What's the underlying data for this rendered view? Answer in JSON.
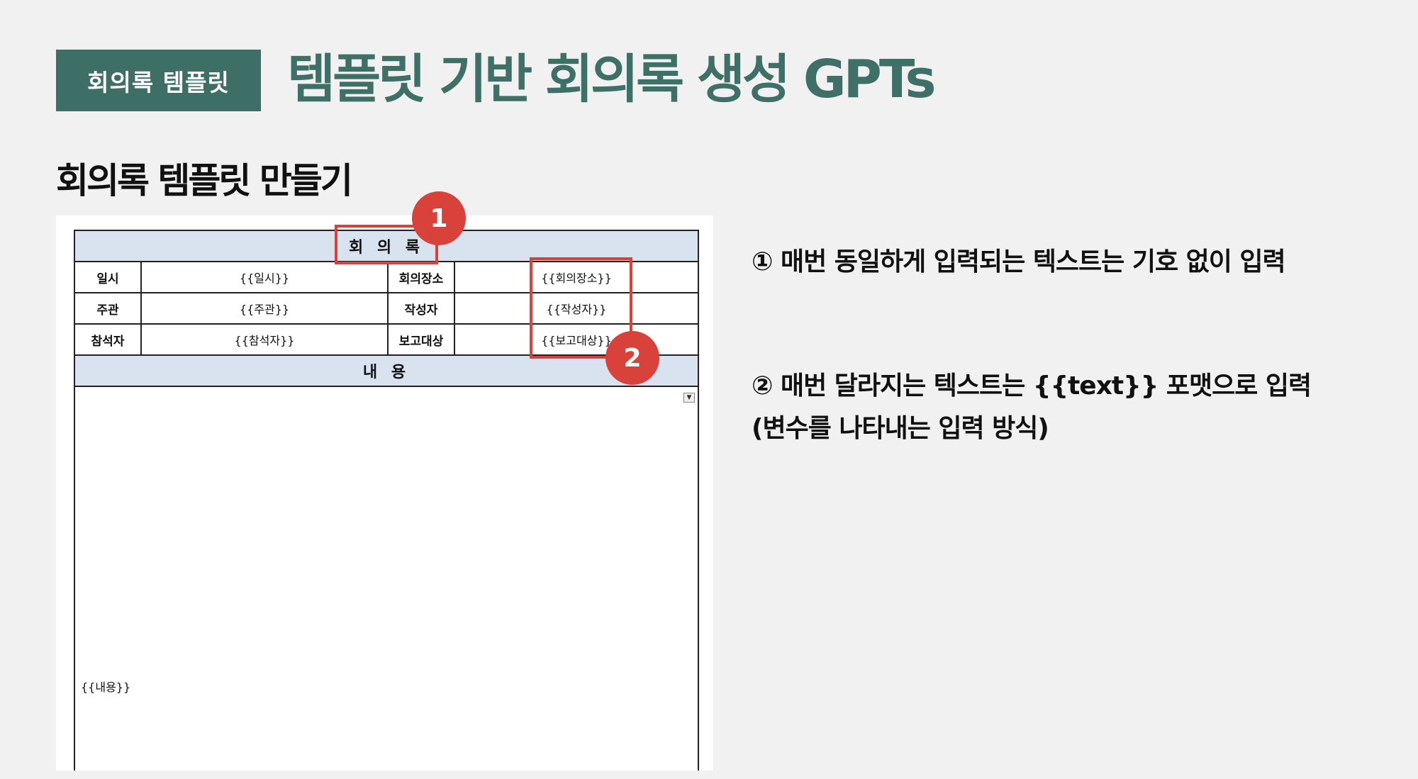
{
  "header": {
    "tag": "회의록 템플릿",
    "title": "템플릿 기반 회의록 생성 GPTs"
  },
  "section_title": "회의록 템플릿 만들기",
  "template": {
    "heading": "회 의 록",
    "rows": [
      {
        "label1": "일시",
        "value1": "{{일시}}",
        "label2": "회의장소",
        "value2": "{{회의장소}}"
      },
      {
        "label1": "주관",
        "value1": "{{주관}}",
        "label2": "작성자",
        "value2": "{{작성자}}"
      },
      {
        "label1": "참석자",
        "value1": "{{참석자}}",
        "label2": "보고대상",
        "value2": "{{보고대상}}"
      }
    ],
    "content_heading": "내 용",
    "content_value": "{{내용}}"
  },
  "badges": [
    "1",
    "2"
  ],
  "notes": {
    "note1": "① 매번 동일하게 입력되는 텍스트는 기호 없이 입력",
    "note2_line1": "② 매번 달라지는 텍스트는 {{text}} 포맷으로 입력",
    "note2_line2": "(변수를 나타내는 입력 방식)"
  },
  "colors": {
    "accent": "#3e6f66",
    "highlight": "#d9423a",
    "header_fill": "#d9e2ef"
  }
}
